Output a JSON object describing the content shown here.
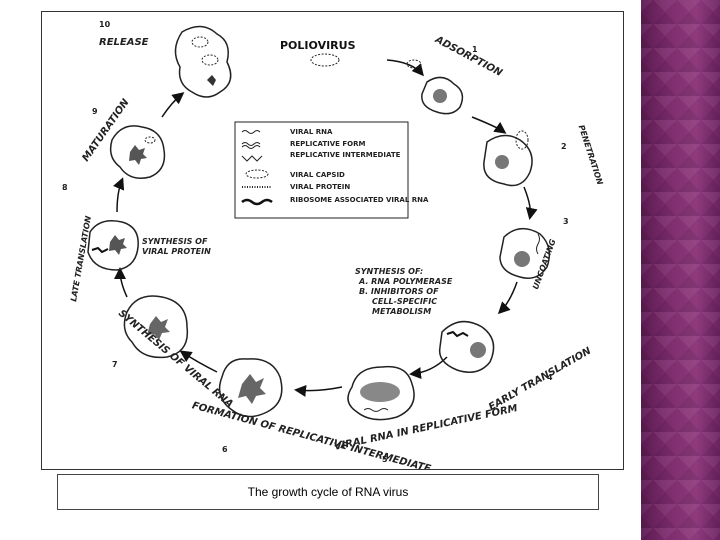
{
  "diagram": {
    "title": "POLIOVIRUS",
    "steps": [
      {
        "number": "1",
        "label": "ADSORPTION"
      },
      {
        "number": "2",
        "label": "PENETRATION"
      },
      {
        "number": "3",
        "label": "UNCOATING"
      },
      {
        "number": "4",
        "label": "EARLY TRANSLATION"
      },
      {
        "number": "5",
        "label": "VIRAL RNA IN REPLICATIVE FORM"
      },
      {
        "number": "6",
        "label": "FORMATION OF REPLICATIVE INTERMEDIATE"
      },
      {
        "number": "7",
        "label": "SYNTHESIS OF VIRAL RNA"
      },
      {
        "number": "8",
        "label": "LATE TRANSLATION"
      },
      {
        "number": "9",
        "label": "MATURATION"
      },
      {
        "number": "10",
        "label": "RELEASE"
      }
    ],
    "legend": [
      "VIRAL RNA",
      "REPLICATIVE FORM",
      "REPLICATIVE INTERMEDIATE",
      "VIRAL CAPSID",
      "VIRAL PROTEIN",
      "RIBOSOME ASSOCIATED VIRAL RNA"
    ],
    "annotations": {
      "synthesis_title": "SYNTHESIS OF:",
      "synthesis_a": "A. RNA POLYMERASE",
      "synthesis_b": "B. INHIBITORS OF",
      "synthesis_b2": "CELL-SPECIFIC",
      "synthesis_b3": "METABOLISM",
      "late_protein_1": "SYNTHESIS OF",
      "late_protein_2": "VIRAL PROTEIN"
    }
  },
  "caption": "The growth cycle of RNA virus"
}
